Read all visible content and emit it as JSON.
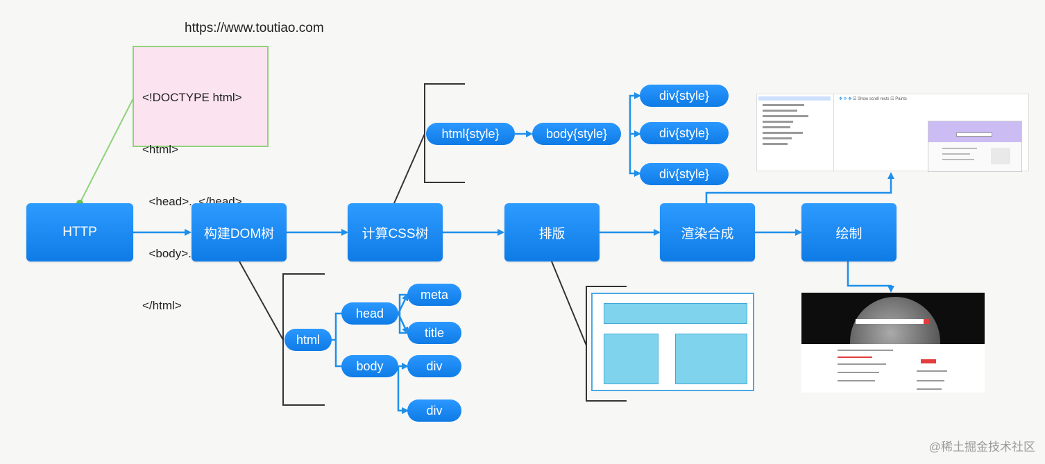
{
  "url_label": "https://www.toutiao.com",
  "html_source": {
    "lines": [
      "<!DOCTYPE html>",
      "<html>",
      "  <head>...</head>",
      "  <body>...</body>",
      "</html>"
    ]
  },
  "pipeline": {
    "steps": [
      "HTTP",
      "构建DOM树",
      "计算CSS树",
      "排版",
      "渲染合成",
      "绘制"
    ]
  },
  "css_tree": {
    "root": "html{style}",
    "child": "body{style}",
    "leaves": [
      "div{style}",
      "div{style}",
      "div{style}"
    ]
  },
  "dom_tree": {
    "root": "html",
    "head": "head",
    "body": "body",
    "head_children": [
      "meta",
      "title"
    ],
    "body_children": [
      "div",
      "div"
    ]
  },
  "devtools_shot": {
    "toolbar_checks": [
      "Show scroll rects",
      "Paints"
    ]
  },
  "watermark": "@稀土掘金技术社区",
  "colors": {
    "step_blue": "#1585f0",
    "wire_blue": "#1e8fea",
    "code_bg": "#fbe3ef",
    "code_border": "#8fd27a",
    "layout_fill": "#7fd3ec"
  }
}
